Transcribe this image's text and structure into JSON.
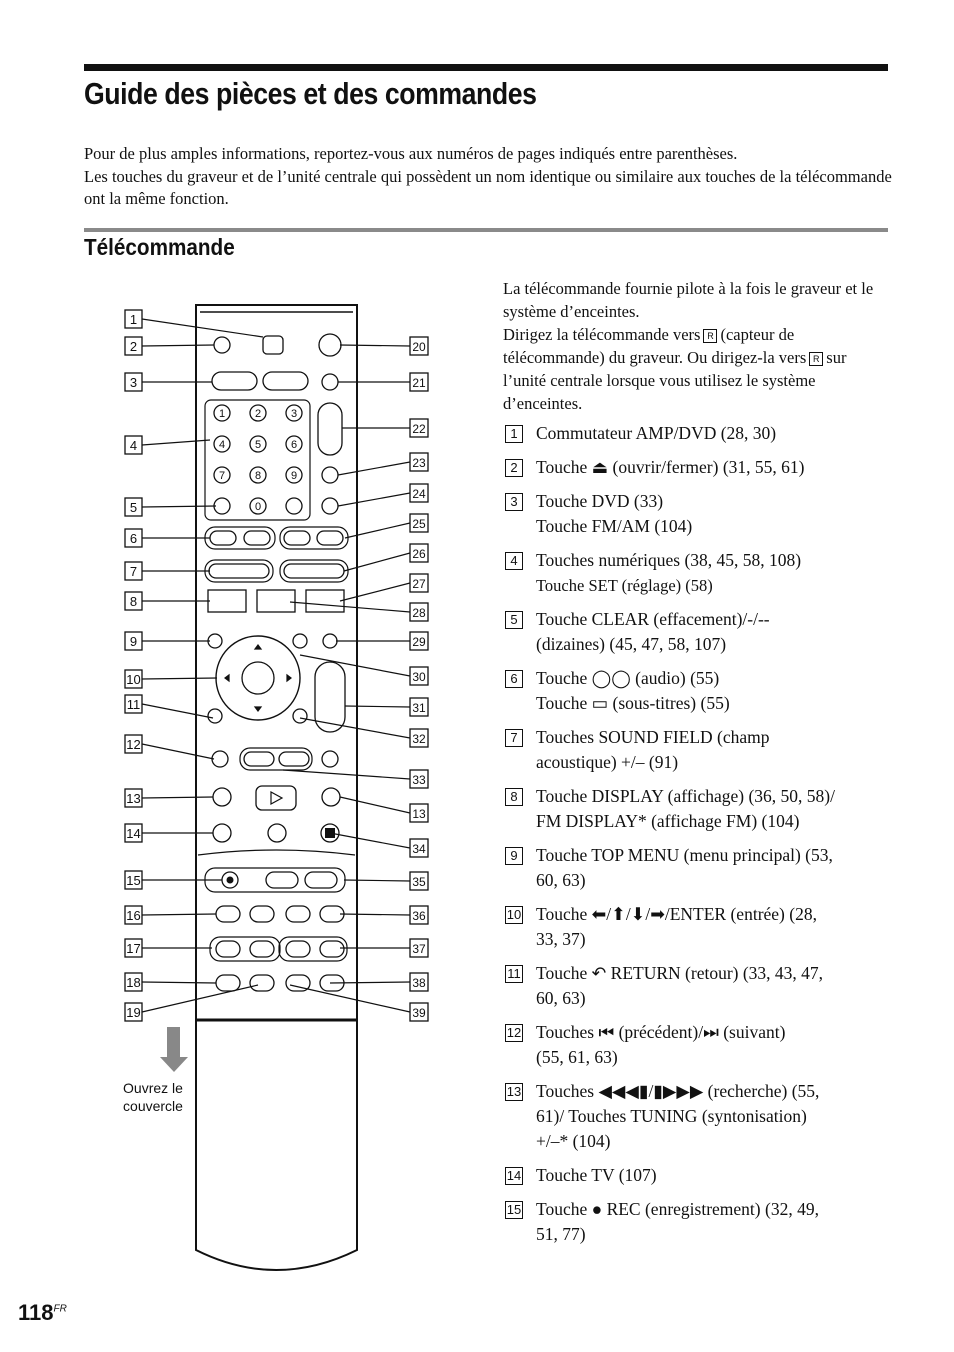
{
  "page": {
    "title": "Guide des pièces et des commandes",
    "intro": [
      "Pour de plus amples informations, reportez-vous aux numéros de pages indiqués entre parenthèses.",
      "Les touches du graveur et de l’unité centrale qui possèdent un nom identique ou similaire aux touches de la télécommande ont la même fonction."
    ],
    "section_title": "Télécommande",
    "page_number": "118",
    "page_suffix": "FR"
  },
  "description": {
    "line1": "La télécommande fournie pilote à la fois le graveur et le système d’enceintes.",
    "line2a": "Dirigez la télécommande vers",
    "line2b": "(capteur de télécommande) du graveur. Ou dirigez-la vers",
    "line2c": "sur l’unité centrale lorsque vous utilisez le système d’enceintes.",
    "sensor_glyph": "R"
  },
  "items": [
    {
      "num": "1",
      "lines": [
        "Commutateur AMP/DVD (28, 30)"
      ]
    },
    {
      "num": "2",
      "lines": [
        "Touche ⏏ (ouvrir/fermer) (31, 55, 61)"
      ]
    },
    {
      "num": "3",
      "lines": [
        "Touche DVD (33)",
        "Touche FM/AM (104)"
      ]
    },
    {
      "num": "4",
      "lines": [
        "Touches numériques (38, 45, 58, 108)",
        "Touche SET (réglage) (58)"
      ]
    },
    {
      "num": "5",
      "lines": [
        "Touche CLEAR (effacement)/-/--",
        "(dizaines) (45, 47, 58, 107)"
      ]
    },
    {
      "num": "6",
      "lines": [
        "Touche ◯◯ (audio) (55)",
        "Touche ▭ (sous-titres) (55)"
      ]
    },
    {
      "num": "7",
      "lines": [
        "Touches SOUND FIELD (champ",
        "acoustique) +/– (91)"
      ]
    },
    {
      "num": "8",
      "lines": [
        "Touche DISPLAY (affichage) (36, 50, 58)/",
        "FM DISPLAY* (affichage FM) (104)"
      ]
    },
    {
      "num": "9",
      "lines": [
        "Touche TOP MENU (menu principal) (53,",
        "60, 63)"
      ]
    },
    {
      "num": "10",
      "lines": [
        "Touche ⬅/⬆/⬇/➡/ENTER (entrée) (28,",
        "33, 37)"
      ]
    },
    {
      "num": "11",
      "lines": [
        "Touche ↶ RETURN (retour) (33, 43, 47,",
        "60, 63)"
      ]
    },
    {
      "num": "12",
      "lines": [
        "Touches ⏮ (précédent)/⏭ (suivant)",
        "(55, 61, 63)"
      ]
    },
    {
      "num": "13",
      "lines": [
        "Touches ◀◀◀▮/▮▶▶▶ (recherche) (55,",
        "61)/ Touches TUNING (syntonisation)",
        "+/–* (104)"
      ]
    },
    {
      "num": "14",
      "lines": [
        "Touche TV (107)"
      ]
    },
    {
      "num": "15",
      "lines": [
        "Touche ● REC (enregistrement) (32, 49,",
        "51, 77)"
      ]
    }
  ],
  "diagram": {
    "open_cover_label": "Ouvrez le couvercle",
    "left_callouts": [
      "1",
      "2",
      "3",
      "4",
      "5",
      "6",
      "7",
      "8",
      "9",
      "10",
      "11",
      "12",
      "13",
      "14",
      "15",
      "16",
      "17",
      "18",
      "19"
    ],
    "right_callouts": [
      "20",
      "21",
      "22",
      "23",
      "24",
      "25",
      "26",
      "27",
      "28",
      "29",
      "30",
      "31",
      "32",
      "33",
      "13",
      "34",
      "35",
      "36",
      "37",
      "38",
      "39"
    ],
    "keypad": [
      "1",
      "2",
      "3",
      "4",
      "5",
      "6",
      "7",
      "8",
      "9",
      "0"
    ]
  }
}
